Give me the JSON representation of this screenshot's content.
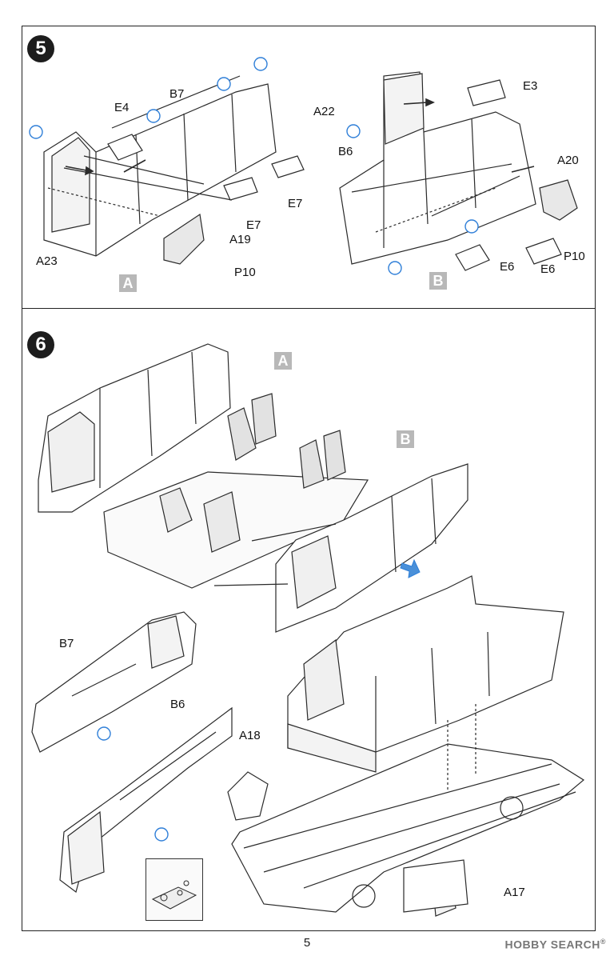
{
  "page": {
    "number": "5"
  },
  "watermark": {
    "text": "HOBBY SEARCH",
    "mark": "®"
  },
  "step5": {
    "number": "5",
    "labels": {
      "e4": "E4",
      "b7": "B7",
      "e7a": "E7",
      "e7b": "E7",
      "a19": "A19",
      "a23": "A23",
      "p10a": "P10",
      "a22": "A22",
      "e3": "E3",
      "b6": "B6",
      "a20": "A20",
      "e6a": "E6",
      "e6b": "E6",
      "p10b": "P10"
    },
    "sub_tags": {
      "a": "A",
      "b": "B"
    }
  },
  "step6": {
    "number": "6",
    "labels": {
      "b7": "B7",
      "b6": "B6",
      "a18": "A18",
      "a17": "A17"
    },
    "sub_tags": {
      "a": "A",
      "b": "B"
    }
  },
  "colors": {
    "line": "#2a2a2a",
    "cement_icon": "#2f7fd8",
    "tag_grey": "#b8b8b8",
    "arrow_blue": "#4a90d9"
  },
  "icons": [
    "glue-bottle-icon",
    "assembly-arrow-icon"
  ]
}
